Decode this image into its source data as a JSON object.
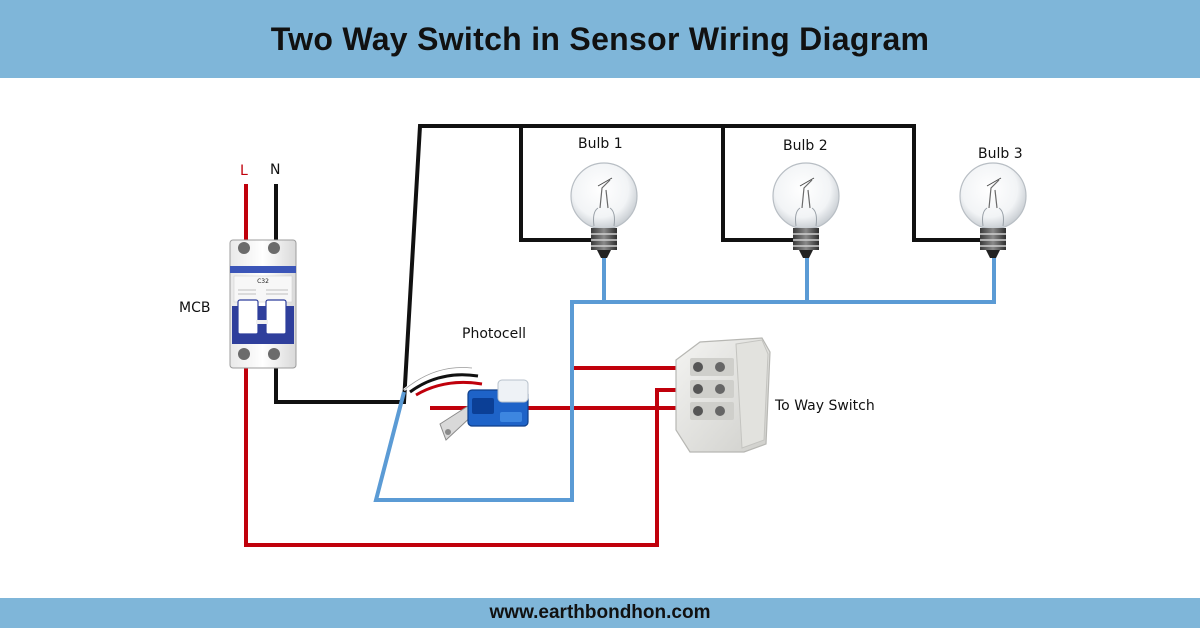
{
  "title": "Two Way Switch in Sensor Wiring Diagram",
  "footer": "www.earthbondhon.com",
  "labels": {
    "line": "L",
    "neutral": "N",
    "mcb": "MCB",
    "bulb1": "Bulb 1",
    "bulb2": "Bulb 2",
    "bulb3": "Bulb 3",
    "photocell": "Photocell",
    "switch": "To Way Switch"
  },
  "mcb_rating": "C32",
  "colors": {
    "live_wire": "#c0000b",
    "neutral_wire": "#111111",
    "return_wire": "#5b9bd5",
    "header_band": "#7fb6d9",
    "line_label": "#c0000b"
  }
}
